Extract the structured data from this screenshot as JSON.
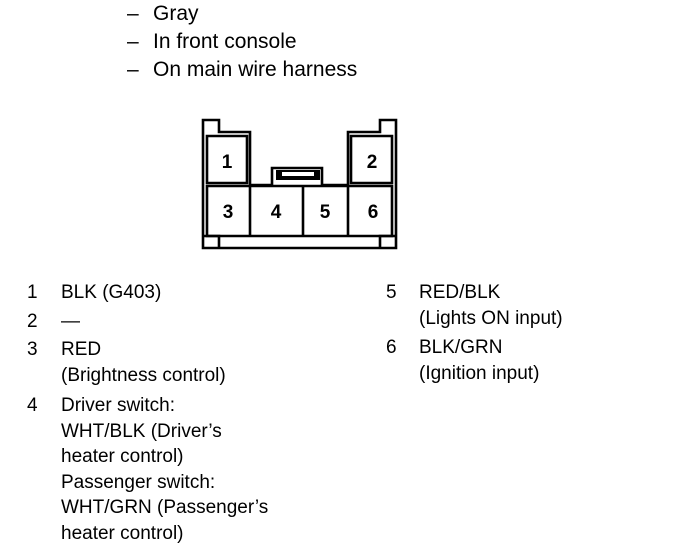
{
  "notes": [
    "Gray",
    "In front console",
    "On main wire harness"
  ],
  "note_dash": "–",
  "connector": {
    "pins": [
      "1",
      "2",
      "3",
      "4",
      "5",
      "6"
    ]
  },
  "wires": [
    {
      "pin": "1",
      "lines": [
        "BLK (G403)"
      ]
    },
    {
      "pin": "2",
      "lines": [
        "—"
      ]
    },
    {
      "pin": "3",
      "lines": [
        "RED",
        "(Brightness control)"
      ]
    },
    {
      "pin": "4",
      "lines": [
        "Driver switch:",
        "WHT/BLK (Driver’s",
        "heater control)",
        "Passenger switch:",
        "WHT/GRN (Passenger’s",
        "heater control)"
      ]
    },
    {
      "pin": "5",
      "lines": [
        "RED/BLK",
        "(Lights ON input)"
      ]
    },
    {
      "pin": "6",
      "lines": [
        "BLK/GRN",
        "(Ignition input)"
      ]
    }
  ]
}
